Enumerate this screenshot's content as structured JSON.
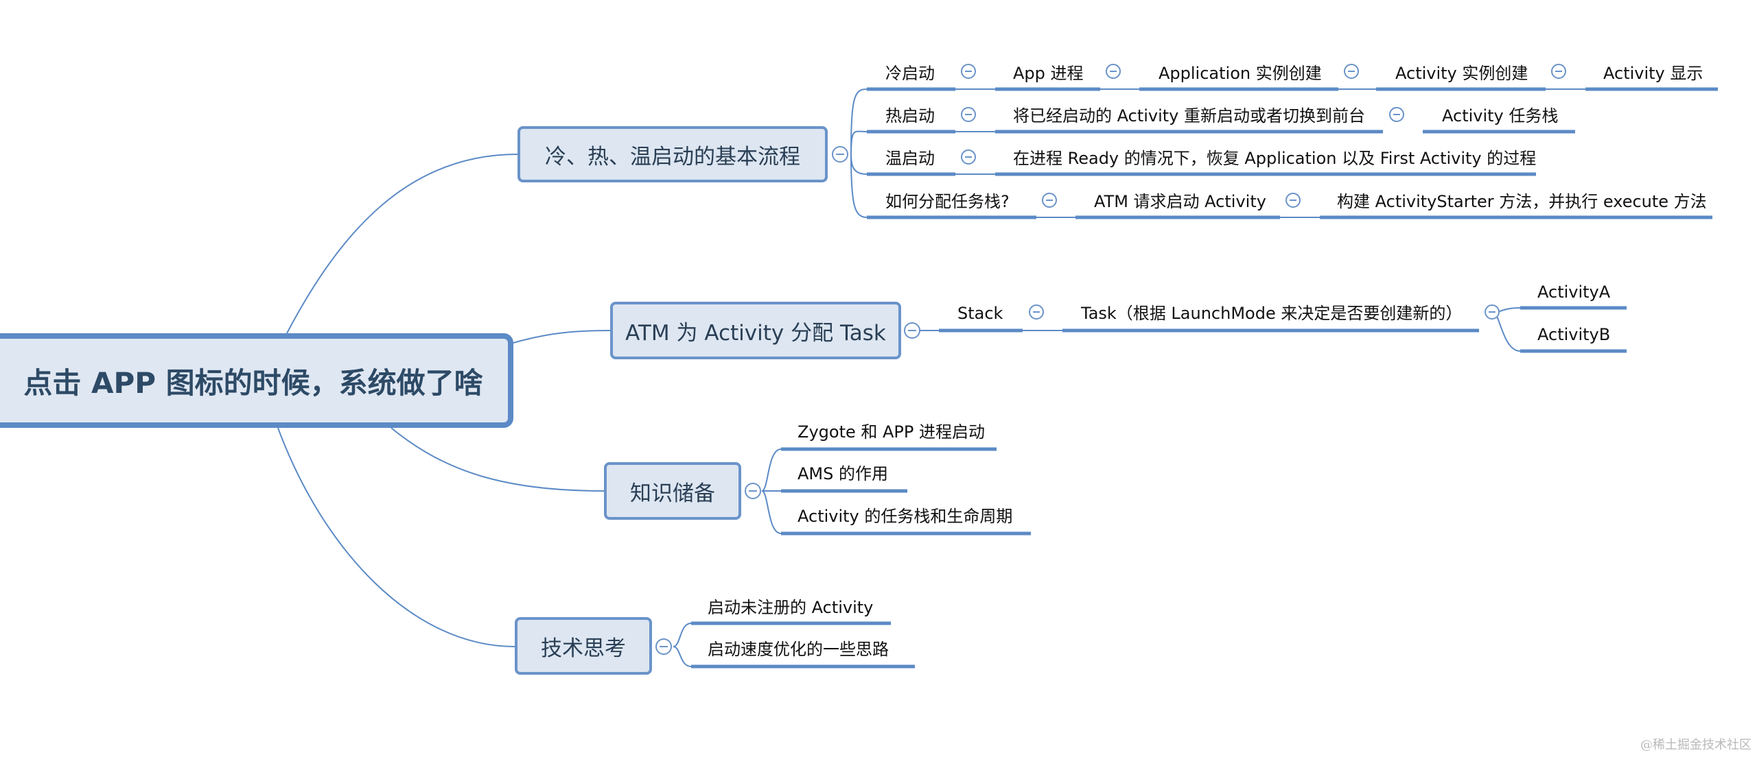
{
  "root": {
    "label": "点击 APP 图标的时候，系统做了啥"
  },
  "branches": [
    {
      "label": "冷、热、温启动的基本流程",
      "rows": [
        [
          "冷启动",
          "App 进程",
          "Application 实例创建",
          "Activity 实例创建",
          "Activity 显示"
        ],
        [
          "热启动",
          "将已经启动的 Activity 重新启动或者切换到前台",
          "Activity 任务栈"
        ],
        [
          "温启动",
          "在进程 Ready 的情况下，恢复 Application 以及 First Activity 的过程"
        ],
        [
          "如何分配任务栈?",
          "ATM 请求启动 Activity",
          "构建 ActivityStarter 方法，并执行 execute 方法"
        ]
      ]
    },
    {
      "label": "ATM 为 Activity 分配 Task",
      "chain": [
        "Stack",
        "Task（根据 LaunchMode 来决定是否要创建新的）"
      ],
      "children": [
        "ActivityA",
        "ActivityB"
      ]
    },
    {
      "label": "知识储备",
      "children": [
        "Zygote 和 APP 进程启动",
        "AMS 的作用",
        "Activity 的任务栈和生命周期"
      ]
    },
    {
      "label": "技术思考",
      "children": [
        "启动未注册的 Activity",
        "启动速度优化的一些思路"
      ]
    }
  ],
  "watermark": "@稀土掘金技术社区",
  "colors": {
    "line": "#5b8ac6",
    "node_fill": "#dde6f1",
    "node_border": "#6a93c9"
  }
}
